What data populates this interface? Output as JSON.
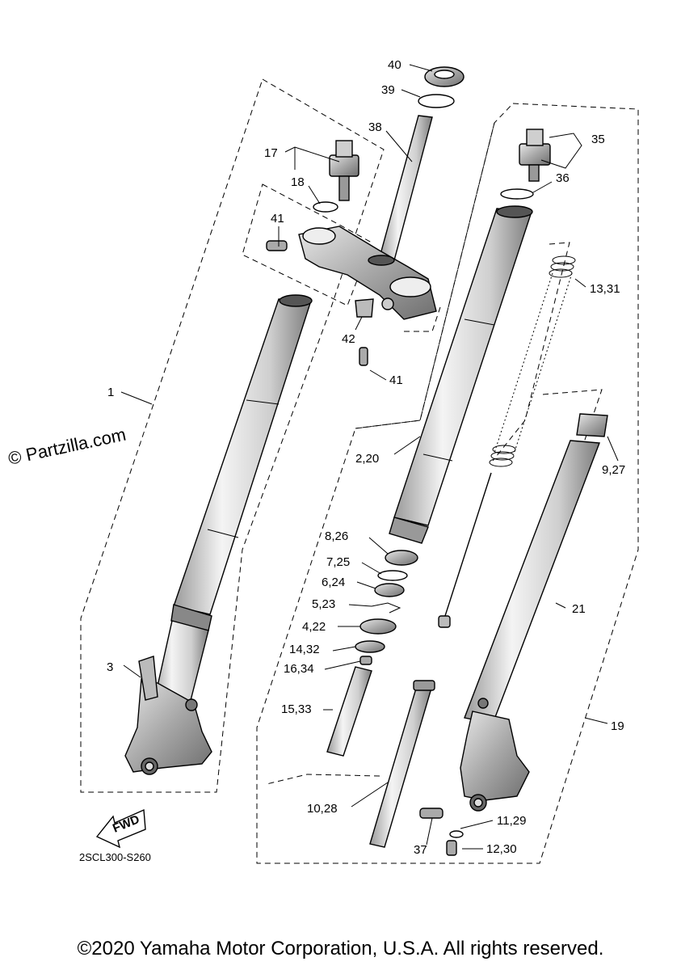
{
  "watermark": "© Partzilla.com",
  "diagram_code": "2SCL300-S260",
  "fwd_label": "FWD",
  "copyright": "©2020 Yamaha Motor Corporation, U.S.A. All rights reserved.",
  "callouts": {
    "c40": "40",
    "c39": "39",
    "c38": "38",
    "c17": "17",
    "c18": "18",
    "c41a": "41",
    "c41b": "41",
    "c42": "42",
    "c35": "35",
    "c36": "36",
    "c13_31": "13,31",
    "c1": "1",
    "c2_20": "2,20",
    "c9_27": "9,27",
    "c8_26": "8,26",
    "c7_25": "7,25",
    "c6_24": "6,24",
    "c5_23": "5,23",
    "c4_22": "4,22",
    "c14_32": "14,32",
    "c16_34": "16,34",
    "c15_33": "15,33",
    "c21": "21",
    "c3": "3",
    "c19": "19",
    "c10_28": "10,28",
    "c11_29": "11,29",
    "c37": "37",
    "c12_30": "12,30"
  }
}
